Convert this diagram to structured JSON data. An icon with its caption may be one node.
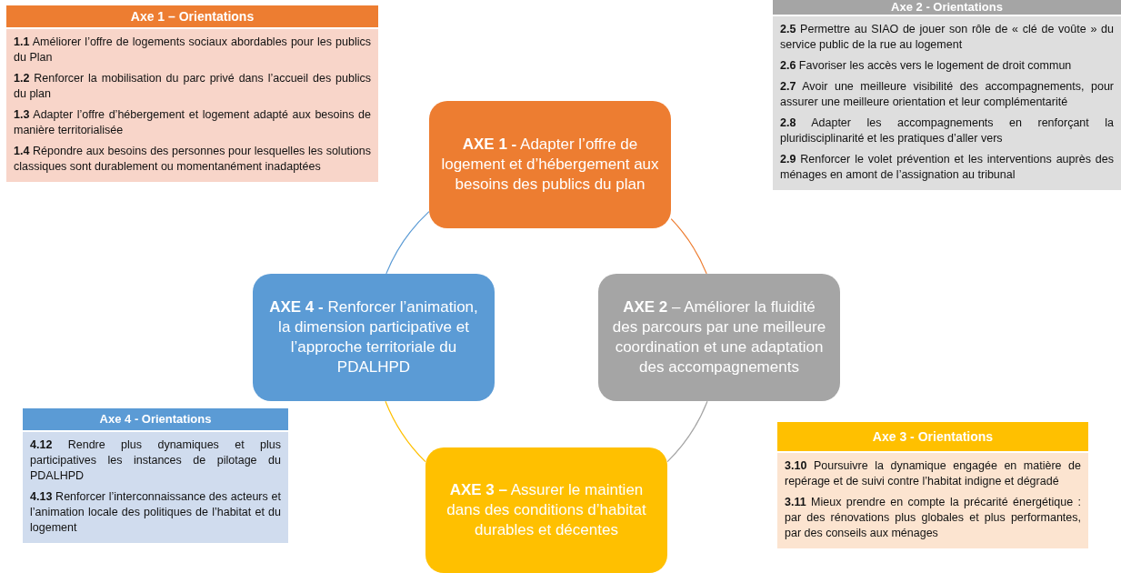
{
  "diagram": {
    "nodes": [
      {
        "text": [
          "Axe 1 – Orientations",
          "**1.1** Améliorer l’offre de logements sociaux abordables pour les publics du Plan",
          "**1.2** Renforcer la mobilisation du parc privé dans l’accueil des publics du plan",
          "**1.3** Adapter l’offre d’hébergement et logement adapté aux besoins de manière territorialisée",
          "**1.4**  Répondre aux besoins des personnes pour lesquelles les solutions classiques sont durablement ou momentanément inadaptées"
        ]
      },
      {
        "text": [
          "Axe 2 - Orientations",
          "**2.5** Permettre au SIAO de jouer son rôle de « clé de voûte » du service public de la rue au logement",
          "**2.6** Favoriser les accès vers le logement de droit commun",
          "**2.7** Avoir une meilleure visibilité des accompagnements, pour assurer une meilleure orientation et leur complémentarité",
          "**2.8** Adapter les accompagnements en renforçant la pluridisciplinarité et les pratiques d’aller vers",
          "**2.9** Renforcer le volet prévention et les interventions auprès des ménages en amont de l’assignation au tribunal"
        ]
      },
      {
        "text": [
          "**AXE 1 -** Adapter l’offre de logement et d’hébergement aux besoins des publics du plan"
        ]
      },
      {
        "text": [
          "**AXE 4 -** Renforcer l’animation, la dimension participative et l’approche territoriale du PDALHPD"
        ]
      },
      {
        "text": [
          "**AXE 2** – Améliorer la fluidité des parcours par une meilleure coordination et une adaptation des accompagnements"
        ]
      },
      {
        "text": [
          "Axe 4 - Orientations",
          "**4.12** Rendre plus dynamiques et plus participatives les instances de pilotage du PDALHPD",
          "**4.13** Renforcer l’interconnaissance des acteurs et l’animation locale des politiques de l’habitat et du logement"
        ]
      },
      {
        "text": [
          "Axe 3 - Orientations",
          "**3.10** Poursuivre la dynamique engagée en matière de repérage et de suivi contre l’habitat indigne et dégradé",
          "**3.11** Mieux prendre en compte la précarité énergétique : par des rénovations plus globales et plus performantes, par des conseils aux ménages"
        ]
      },
      {
        "text": [
          "**AXE 3 –** Assurer le maintien dans des conditions d’habitat durables et décentes"
        ]
      }
    ],
    "edges": [
      {
        "from": 2,
        "to": 4,
        "arrow": "none",
        "color": "#ed7d31"
      },
      {
        "from": 4,
        "to": 7,
        "arrow": "none",
        "color": "#a5a5a5"
      },
      {
        "from": 7,
        "to": 3,
        "arrow": "none",
        "color": "#ffc000"
      },
      {
        "from": 3,
        "to": 2,
        "arrow": "none",
        "color": "#5b9bd5"
      }
    ]
  }
}
